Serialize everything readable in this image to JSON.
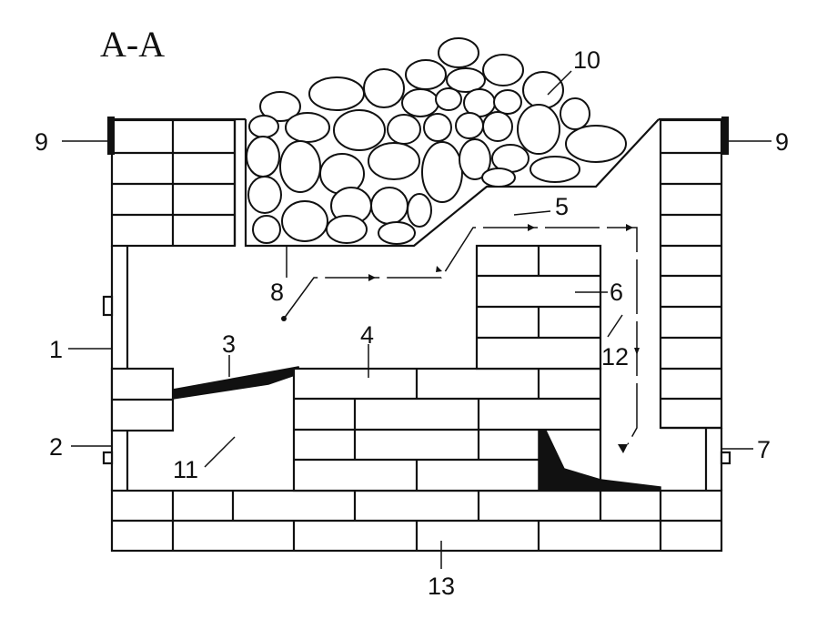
{
  "section_title": "А-А",
  "labels": {
    "n1": "1",
    "n2": "2",
    "n3": "3",
    "n4": "4",
    "n5": "5",
    "n6": "6",
    "n7": "7",
    "n8": "8",
    "n9_left": "9",
    "n9_right": "9",
    "n10": "10",
    "n11": "11",
    "n12": "12",
    "n13": "13"
  }
}
